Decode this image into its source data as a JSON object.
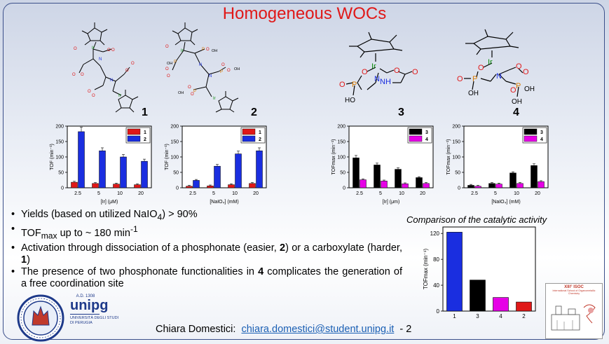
{
  "title": "Homogeneous WOCs",
  "compounds": [
    "1",
    "2",
    "3",
    "4"
  ],
  "structure_labels": {
    "ir": "Ir",
    "n": "N",
    "nh": "NH",
    "o": "O",
    "p": "P",
    "oh": "OH",
    "ho": "HO"
  },
  "chart_data": [
    {
      "type": "bar",
      "categories": [
        "2.5",
        "5",
        "10",
        "20"
      ],
      "series": [
        {
          "name": "1",
          "color": "#e01818",
          "values": [
            18,
            14,
            12,
            10
          ]
        },
        {
          "name": "2",
          "color": "#1a2ee0",
          "values": [
            182,
            120,
            100,
            86
          ]
        }
      ],
      "ylabel": "TOF (min⁻¹)",
      "xlabel": "[Ir] (μM)",
      "ylim": [
        0,
        200
      ],
      "yticks": [
        0,
        50,
        100,
        150,
        200
      ],
      "legend": "top-right"
    },
    {
      "type": "bar",
      "categories": [
        "2.5",
        "5",
        "10",
        "20"
      ],
      "series": [
        {
          "name": "1",
          "color": "#e01818",
          "values": [
            5,
            6,
            10,
            14
          ]
        },
        {
          "name": "2",
          "color": "#1a2ee0",
          "values": [
            24,
            70,
            110,
            120
          ]
        }
      ],
      "ylabel": "TOF (min⁻¹)",
      "xlabel": "[NaIO₄] (mM)",
      "ylim": [
        0,
        200
      ],
      "yticks": [
        0,
        50,
        100,
        150,
        200
      ],
      "legend": "top-right"
    },
    {
      "type": "bar",
      "categories": [
        "2.5",
        "5",
        "10",
        "20"
      ],
      "series": [
        {
          "name": "3",
          "color": "#000000",
          "values": [
            97,
            74,
            60,
            33
          ]
        },
        {
          "name": "4",
          "color": "#e600e6",
          "values": [
            26,
            22,
            13,
            14
          ]
        }
      ],
      "ylabel": "TOFmax (min⁻¹)",
      "xlabel": "[Ir] (μm)",
      "ylim": [
        0,
        200
      ],
      "yticks": [
        0,
        50,
        100,
        150,
        200
      ],
      "legend": "top-right"
    },
    {
      "type": "bar",
      "categories": [
        "2.5",
        "5",
        "10",
        "20"
      ],
      "series": [
        {
          "name": "3",
          "color": "#000000",
          "values": [
            8,
            14,
            48,
            72
          ]
        },
        {
          "name": "4",
          "color": "#e600e6",
          "values": [
            5,
            12,
            14,
            20
          ]
        }
      ],
      "ylabel": "TOFmax (min⁻¹)",
      "xlabel": "[NaIO₄] (mM)",
      "ylim": [
        0,
        200
      ],
      "yticks": [
        0,
        50,
        100,
        150,
        200
      ],
      "legend": "top-right"
    },
    {
      "type": "bar",
      "title": "Comparison of the catalytic activity",
      "categories": [
        "1",
        "3",
        "4",
        "2"
      ],
      "values": [
        122,
        48,
        21,
        14
      ],
      "colors": [
        "#1a2ee0",
        "#000000",
        "#e600e6",
        "#e01818"
      ],
      "ylabel": "TOFmax (min⁻¹)",
      "ylim": [
        0,
        130
      ],
      "yticks": [
        0,
        40,
        80,
        120
      ]
    }
  ],
  "bullets": [
    {
      "before": "Yields (based on utilized NaIO",
      "sub": "4",
      "after": ") > 90%"
    },
    {
      "before": "TOF",
      "sub": "max",
      "mid": " up to ~ 180 min",
      "sup": "-1"
    },
    {
      "text1": "Activation through dissociation of a phosphonate (easier, ",
      "b1": "2",
      "text2": ") or a carboxylate (harder, ",
      "b2": "1",
      "text3": ")"
    },
    {
      "text1": "The presence of two phosphonate functionalities in ",
      "b1": "4",
      "text2": " complicates the generation of a free coordination site"
    }
  ],
  "footer": {
    "name": "Chiara Domestici:",
    "email": "chiara.domestici@student.unipg.it",
    "page": "- 2"
  },
  "logos": {
    "unipg_year": "A.D. 1308",
    "unipg_name": "unipg",
    "unipg_sub1": "UNIVERSITÀ DEGLI STUDI",
    "unipg_sub2": "DI PERUGIA",
    "isoc_title": "XIII° ISOC",
    "isoc_sub": "International School of Organometallic Chemistry"
  },
  "colors": {
    "title": "#e01818",
    "email": "#1a5fb4",
    "unipg_blue": "#1e3a8a"
  }
}
